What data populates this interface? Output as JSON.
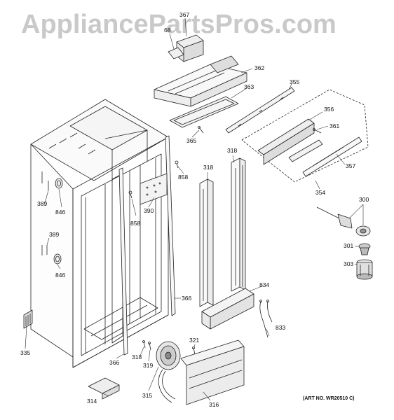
{
  "watermark": "AppliancePartsPros.com",
  "art_number": "(ART NO. WR20510 C)",
  "callouts": [
    {
      "id": "c367",
      "text": "367"
    },
    {
      "id": "c68",
      "text": "68"
    },
    {
      "id": "c362",
      "text": "362"
    },
    {
      "id": "c363",
      "text": "363"
    },
    {
      "id": "c355",
      "text": "355"
    },
    {
      "id": "c356",
      "text": "356"
    },
    {
      "id": "c361",
      "text": "361"
    },
    {
      "id": "c357",
      "text": "357"
    },
    {
      "id": "c354",
      "text": "354"
    },
    {
      "id": "c365",
      "text": "365"
    },
    {
      "id": "c318a",
      "text": "318"
    },
    {
      "id": "c318b",
      "text": "318"
    },
    {
      "id": "c858a",
      "text": "858"
    },
    {
      "id": "c858b",
      "text": "858"
    },
    {
      "id": "c390",
      "text": "390"
    },
    {
      "id": "c389a",
      "text": "389"
    },
    {
      "id": "c846a",
      "text": "846"
    },
    {
      "id": "c389b",
      "text": "389"
    },
    {
      "id": "c846b",
      "text": "846"
    },
    {
      "id": "c300",
      "text": "300"
    },
    {
      "id": "c301",
      "text": "301"
    },
    {
      "id": "c303",
      "text": "303"
    },
    {
      "id": "c834",
      "text": "834"
    },
    {
      "id": "c366a",
      "text": "366"
    },
    {
      "id": "c833",
      "text": "833"
    },
    {
      "id": "c335",
      "text": "335"
    },
    {
      "id": "c366b",
      "text": "366"
    },
    {
      "id": "c318c",
      "text": "318"
    },
    {
      "id": "c319",
      "text": "319"
    },
    {
      "id": "c321",
      "text": "321"
    },
    {
      "id": "c314",
      "text": "314"
    },
    {
      "id": "c315",
      "text": "315"
    },
    {
      "id": "c316",
      "text": "316"
    }
  ]
}
